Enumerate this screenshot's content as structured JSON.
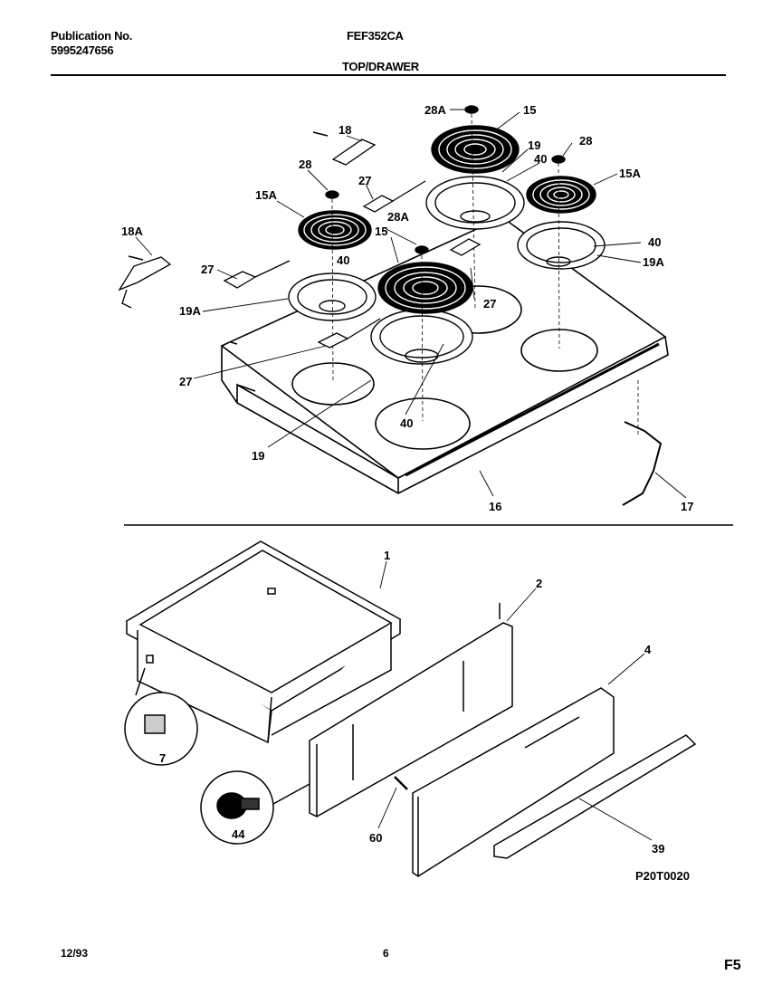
{
  "header": {
    "publication_label": "Publication No.",
    "publication_number": "5995247656",
    "model": "FEF352CA",
    "section": "TOP/DRAWER"
  },
  "footer": {
    "date": "12/93",
    "page": "6",
    "code": "F5"
  },
  "diagram": {
    "drawing_code": "P20T0020",
    "callouts": [
      "28A",
      "15",
      "18",
      "19",
      "40",
      "28",
      "15A",
      "27",
      "28",
      "15A",
      "18A",
      "27",
      "40",
      "28A",
      "15",
      "27",
      "40",
      "19A",
      "19A",
      "27",
      "40",
      "19",
      "16",
      "17",
      "1",
      "2",
      "4",
      "7",
      "44",
      "60",
      "39"
    ]
  }
}
